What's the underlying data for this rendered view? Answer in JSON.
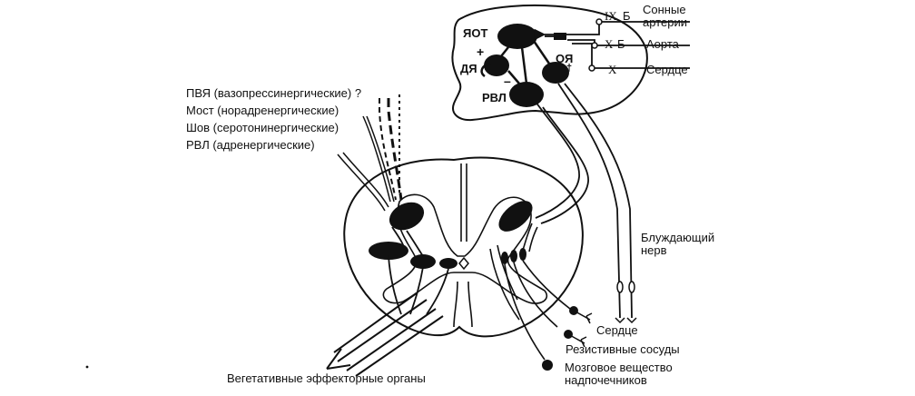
{
  "medulla": {
    "nuclei": {
      "yot": "ЯОТ",
      "dya": "ДЯ",
      "rvl": "РВЛ",
      "oya": "ОЯ"
    },
    "signs": {
      "plus": "+",
      "minus": "–",
      "dagger": "†"
    }
  },
  "afferents": [
    {
      "nerve": "IX",
      "mark": "Б",
      "target": "Сонные артерии"
    },
    {
      "nerve": "X",
      "mark": "Б",
      "target": "Аорта"
    },
    {
      "nerve": "X",
      "mark": "",
      "target": "Сердце"
    }
  ],
  "descending": [
    "ПВЯ (вазопрессинергические) ?",
    "Мост (норадренергические)",
    "Шов (серотонинергические)",
    "РВЛ (адренергические)"
  ],
  "outputs": {
    "vagus": "Блуждающий нерв",
    "heart": "Сердце",
    "vessels": "Резистивные сосуды",
    "adrenal": "Мозговое вещество надпочечников",
    "effectors": "Вегетативные эффекторные органы"
  },
  "colors": {
    "ink": "#111111",
    "background": "#ffffff"
  }
}
